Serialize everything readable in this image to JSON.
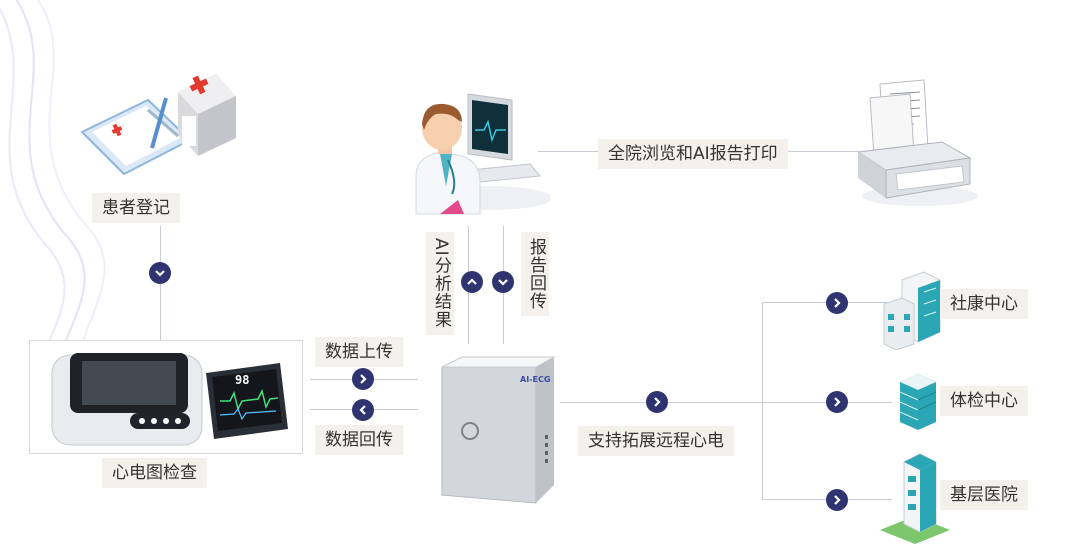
{
  "nodes": {
    "registration": "患者登记",
    "ecg_exam": "心电图检查",
    "upload": "数据上传",
    "return_data": "数据回传",
    "ai_result": "AI分析结果",
    "report_return": "报告回传",
    "browse_print": "全院浏览和AI报告打印",
    "remote_ecg": "支持拓展远程心电",
    "community_center": "社康中心",
    "checkup_center": "体检中心",
    "grassroots_hospital": "基层医院"
  },
  "server_brand": "AI-ECG",
  "monitor_reading": "98",
  "icons": [
    "registration-clipboard-icon",
    "ecg-device-icon",
    "doctor-workstation-icon",
    "printer-icon",
    "server-icon",
    "building-icon"
  ],
  "colors": {
    "accent": "#2f3470",
    "label_bg": "#f4f1ec",
    "line": "#c9ccd6",
    "teal": "#2aa6b4"
  }
}
